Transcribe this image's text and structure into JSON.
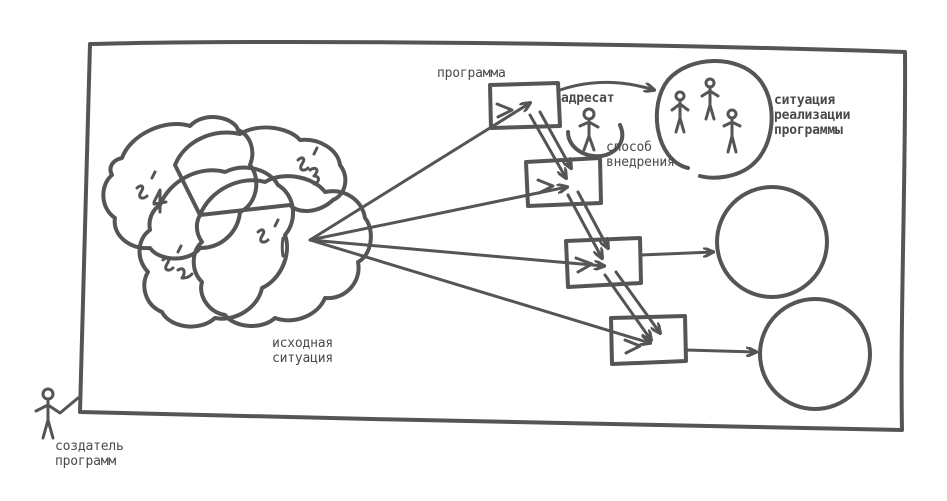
{
  "diagram": {
    "labels": {
      "program": "программа",
      "addressee": "адресат",
      "method_line1": "способ",
      "method_line2": "внедрения",
      "realization_line1": "ситуация",
      "realization_line2": "реализации",
      "realization_line3": "программы",
      "initial_line1": "исходная",
      "initial_line2": "ситуация",
      "creator_line1": "создатель",
      "creator_line2": "программ"
    },
    "situation_marks": [
      "S1",
      "S2",
      "S3",
      "S4"
    ],
    "colors": {
      "ink": "#555555",
      "text": "#4a4a4a",
      "paper": "#ffffff"
    }
  }
}
